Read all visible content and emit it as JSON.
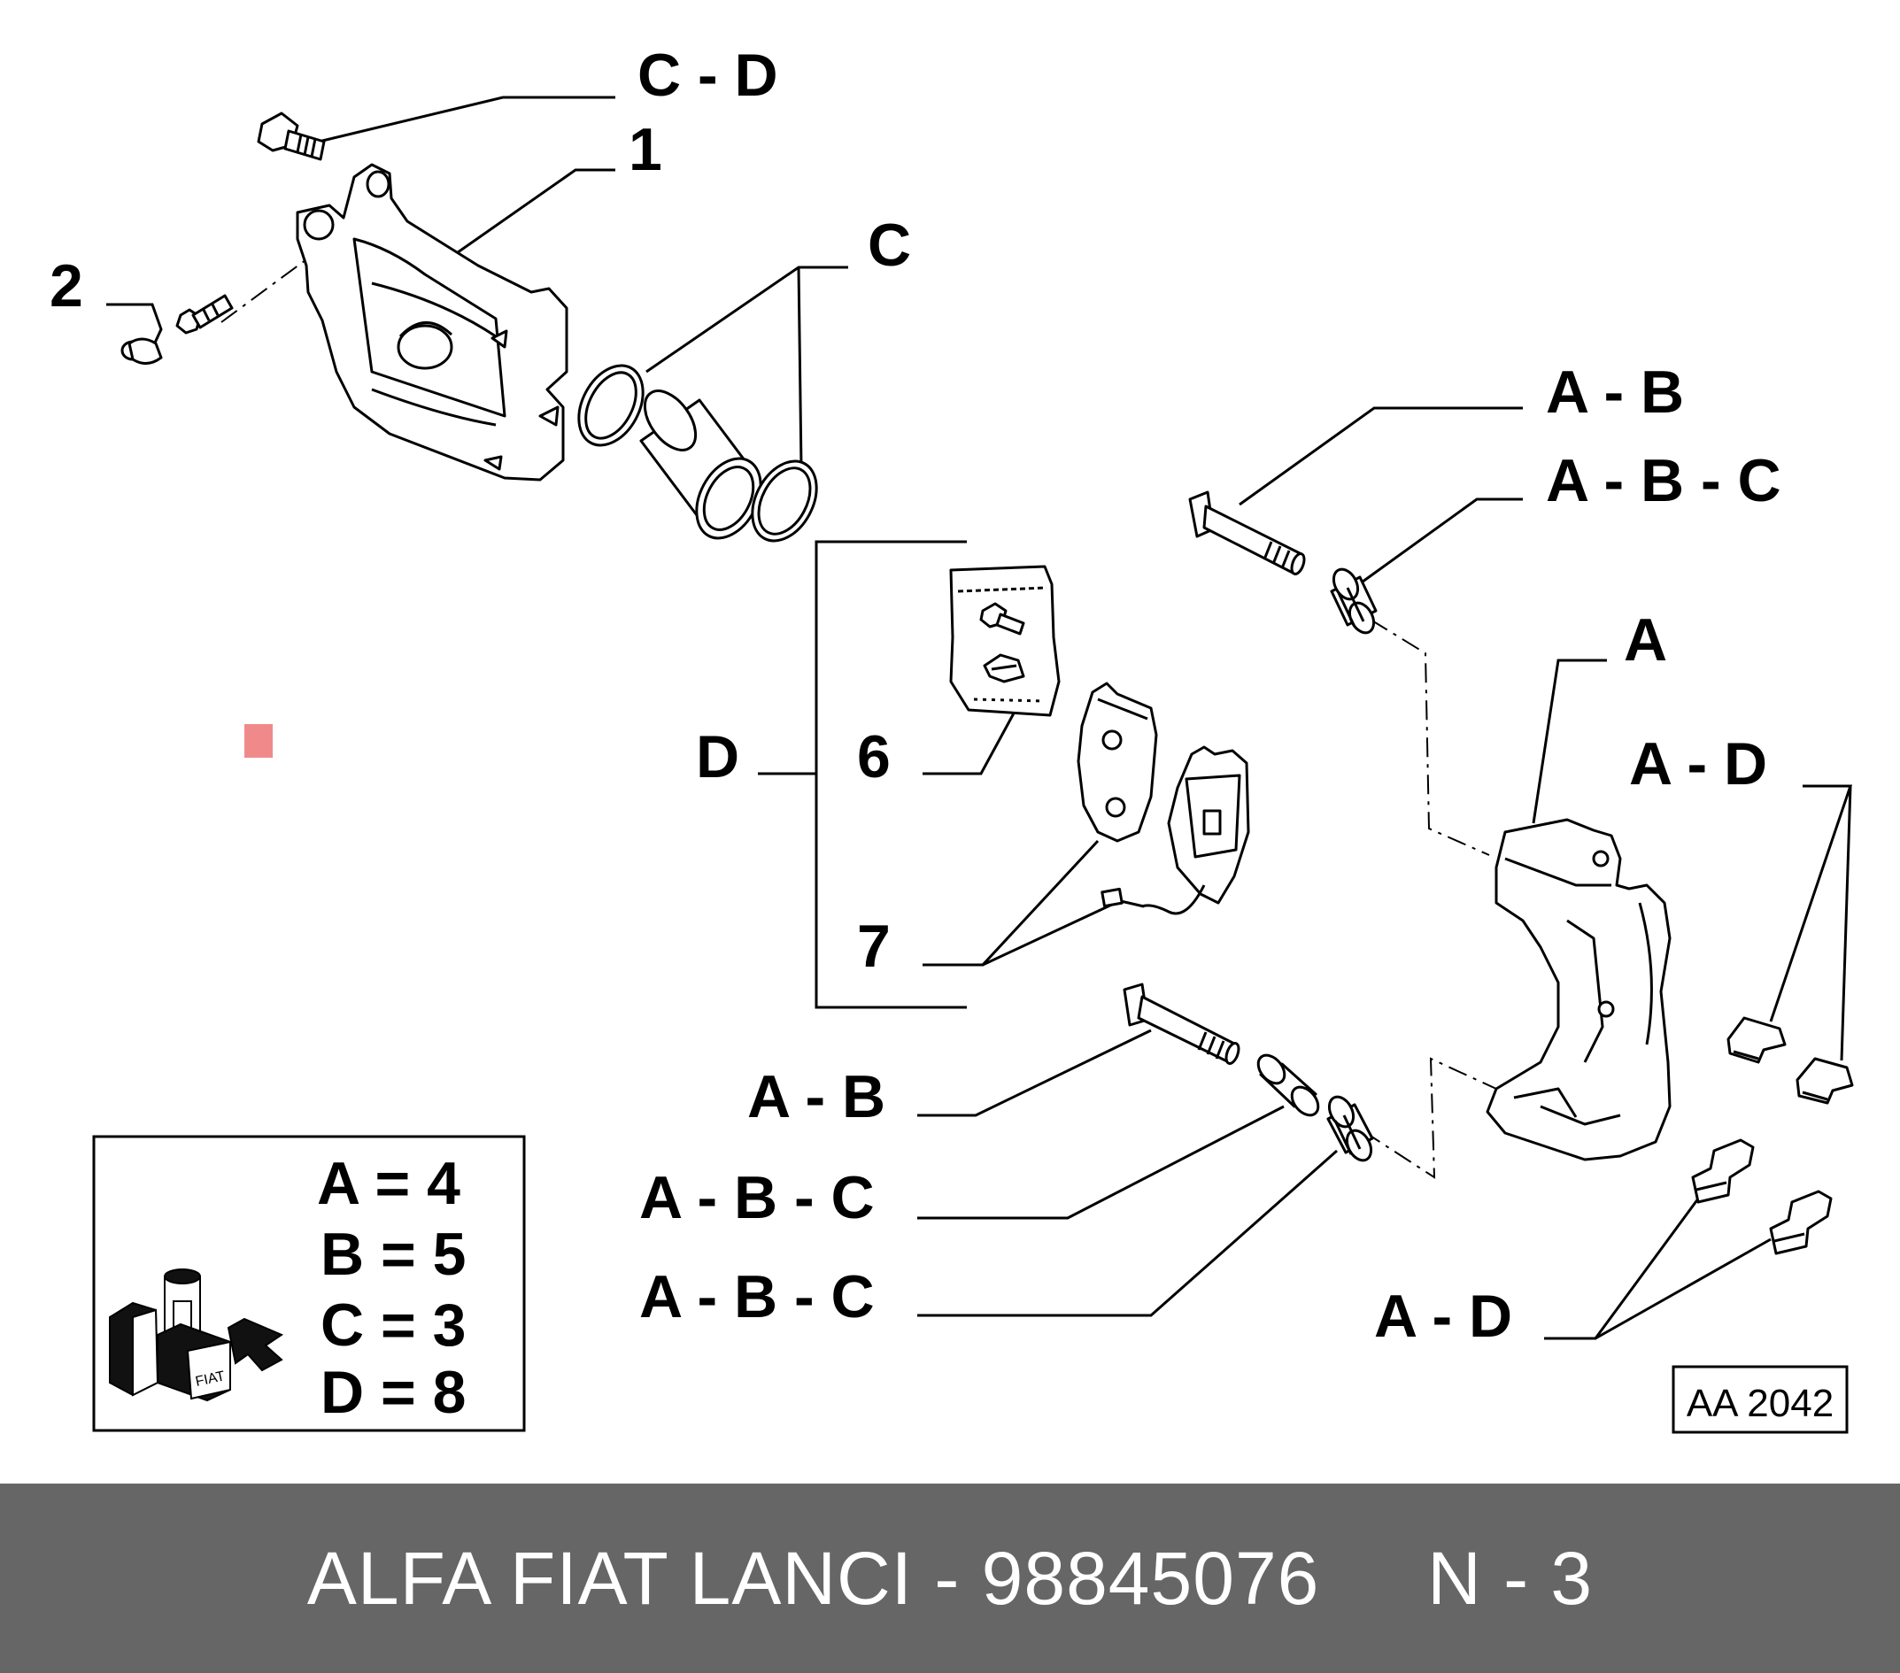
{
  "labels": {
    "cd_top": "C - D",
    "one": "1",
    "two": "2",
    "c": "C",
    "ab_top": "A - B",
    "abc_top": "A - B - C",
    "a": "A",
    "ad_right": "A - D",
    "d": "D",
    "six": "6",
    "seven": "7",
    "ab_mid": "A - B",
    "abc_mid1": "A - B - C",
    "abc_mid2": "A - B - C",
    "ad_bottom": "A - D"
  },
  "legend": {
    "rows": [
      "A = 4",
      "B = 5",
      "C = 3",
      "D = 8"
    ],
    "box_word": "FIAT"
  },
  "reference_code": "AA 2042",
  "footer": {
    "text": "ALFA FIAT LANCI - 98845076     N - 3",
    "background": "#666666"
  },
  "colors": {
    "line": "#000000",
    "marker": "#f08a8a"
  }
}
